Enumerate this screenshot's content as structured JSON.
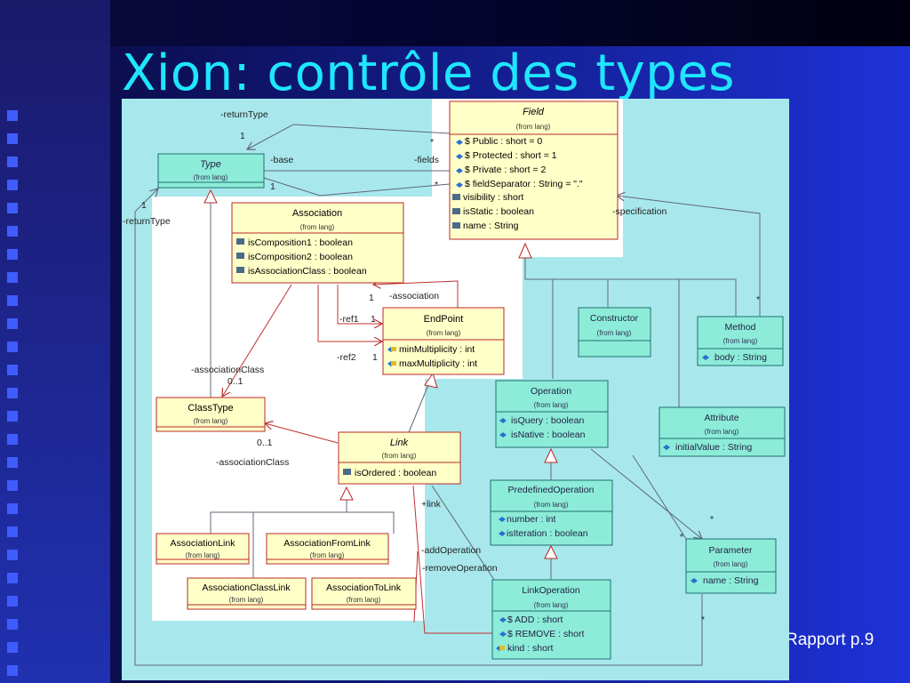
{
  "slide": {
    "title": "Xion: contrôle des types",
    "footer": "Rapport p.9"
  },
  "colors": {
    "canvas": "#a8e8ec",
    "white_panel": "#ffffff",
    "class_yellow": "#ffffc8",
    "class_cyan": "#8cecd8",
    "class_border": "#b82828",
    "cyan_border": "#207070",
    "line_red": "#c03030",
    "line_grey": "#606878",
    "title": "#1fe6ff"
  },
  "classes": {
    "field": {
      "name": "Field",
      "from": "(from lang)",
      "attrs": [
        "$ Public : short = 0",
        "$ Protected : short = 1",
        "$ Private : short = 2",
        "$ fieldSeparator : String = \".\"",
        "visibility : short",
        "isStatic : boolean",
        "name : String"
      ]
    },
    "type": {
      "name": "Type",
      "from": "(from lang)"
    },
    "association": {
      "name": "Association",
      "from": "(from lang)",
      "attrs": [
        "isComposition1 : boolean",
        "isComposition2 : boolean",
        "isAssociationClass : boolean"
      ]
    },
    "endpoint": {
      "name": "EndPoint",
      "from": "(from lang)",
      "attrs": [
        "minMultiplicity : int",
        "maxMultiplicity : int"
      ]
    },
    "classtype": {
      "name": "ClassType",
      "from": "(from lang)"
    },
    "link": {
      "name": "Link",
      "from": "(from lang)",
      "attrs": [
        "isOrdered : boolean"
      ]
    },
    "assoclink": {
      "name": "AssociationLink",
      "from": "(from lang)"
    },
    "assocfromlink": {
      "name": "AssociationFromLink",
      "from": "(from lang)"
    },
    "assocclasslink": {
      "name": "AssociationClassLink",
      "from": "(from lang)"
    },
    "assoctolink": {
      "name": "AssociationToLink",
      "from": "(from lang)"
    },
    "constructor": {
      "name": "Constructor",
      "from": "(from lang)"
    },
    "method": {
      "name": "Method",
      "from": "(from lang)",
      "attrs": [
        "body : String"
      ]
    },
    "operation": {
      "name": "Operation",
      "from": "(from lang)",
      "attrs": [
        "isQuery : boolean",
        "isNative : boolean"
      ]
    },
    "attribute": {
      "name": "Attribute",
      "from": "(from lang)",
      "attrs": [
        "initialValue : String"
      ]
    },
    "predefop": {
      "name": "PredefinedOperation",
      "from": "(from lang)",
      "attrs": [
        "number : int",
        "isIteration : boolean"
      ]
    },
    "parameter": {
      "name": "Parameter",
      "from": "(from lang)",
      "attrs": [
        "name : String"
      ]
    },
    "linkop": {
      "name": "LinkOperation",
      "from": "(from lang)",
      "attrs": [
        "$ ADD : short",
        "$ REMOVE : short",
        "kind : short"
      ]
    }
  },
  "labels": {
    "return_type_top": "-returnType",
    "one_top": "1",
    "base": "-base",
    "one_base": "1",
    "star_fields": "*",
    "fields": "-fields",
    "star_fields2": "*",
    "one_left": "1",
    "return_type_left": "-returnType",
    "specification": "-specification",
    "star_spec": "*",
    "one_assoc": "1",
    "association": "-association",
    "ref1": "-ref1",
    "one_ref1": "1",
    "ref2": "-ref2",
    "one_ref2": "1",
    "association_class_top": "-associationClass",
    "mult_01_top": "0..1",
    "mult_01_link": "0..1",
    "association_class_bottom": "-associationClass",
    "link": "+link",
    "add_operation": "-addOperation",
    "remove_operation": "-removeOperation",
    "star_param1": "*",
    "star_param2": "*",
    "star_param3": "*"
  }
}
